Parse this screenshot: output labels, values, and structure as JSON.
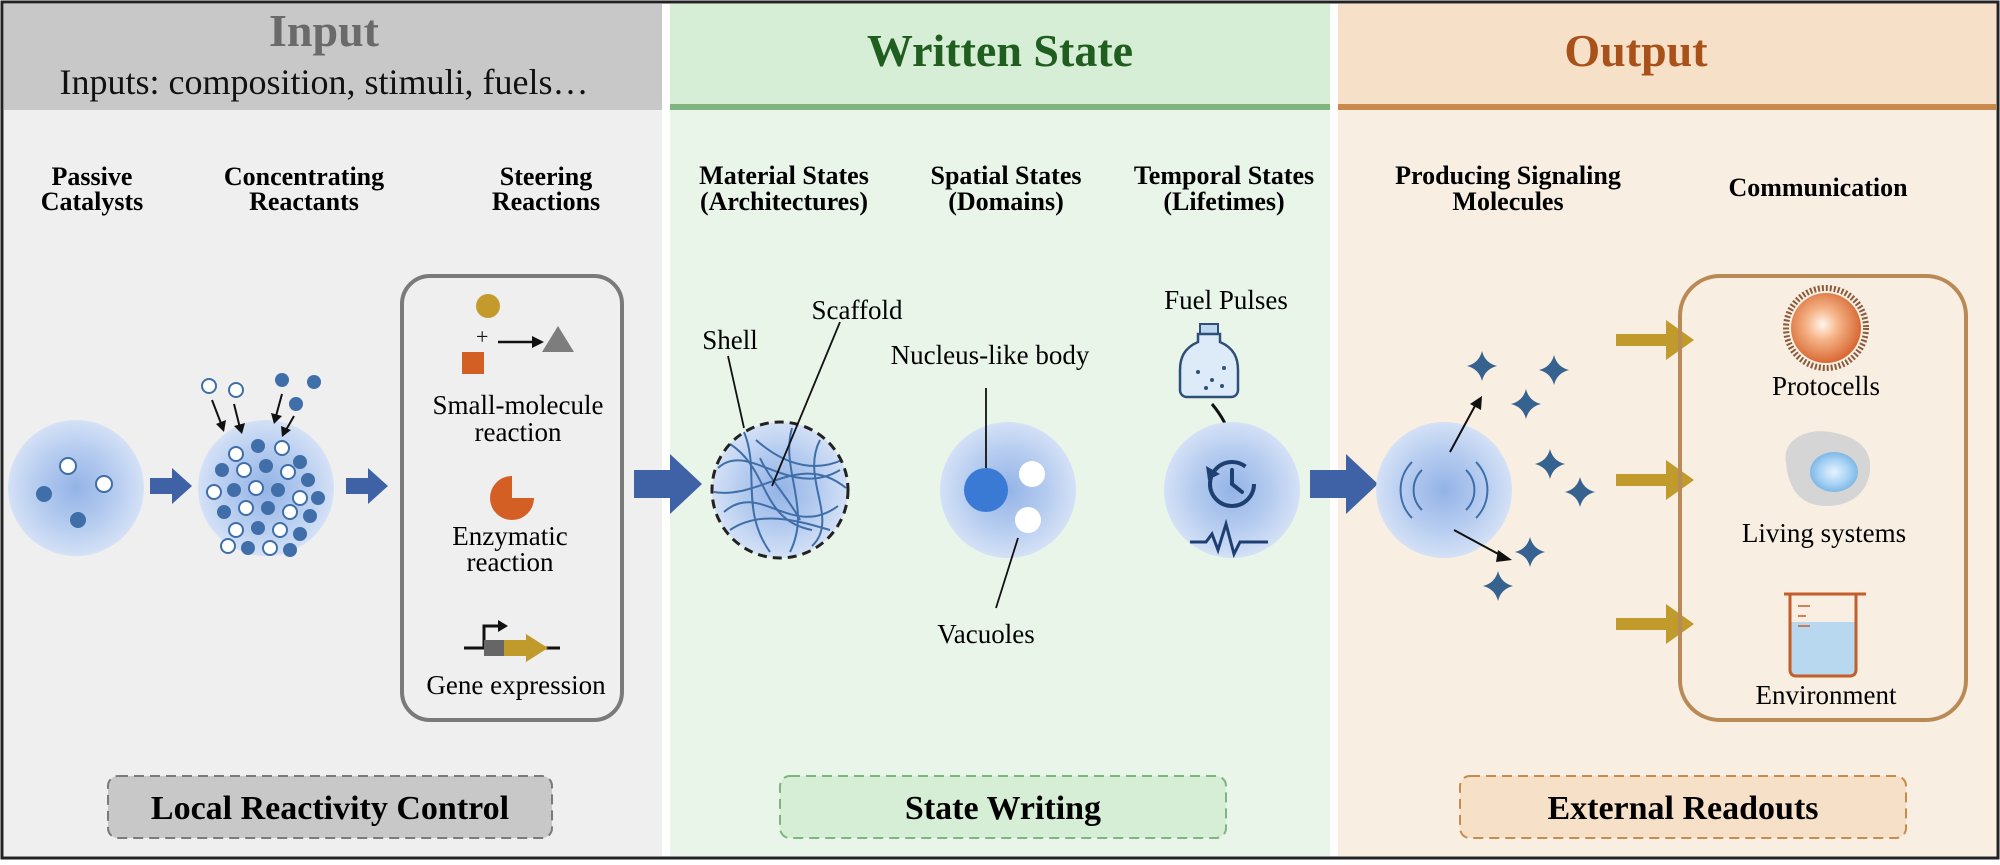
{
  "panels": [
    {
      "id": "input",
      "title": "Input",
      "subtitle": "Inputs: composition, stimuli, fuels…",
      "columns": [
        [
          "Passive",
          "Catalysts"
        ],
        [
          "Concentrating",
          "Reactants"
        ],
        [
          "Steering",
          "Reactions"
        ]
      ],
      "reaction_box": {
        "small_molecule": [
          "Small-molecule",
          "reaction"
        ],
        "enzymatic": [
          "Enzymatic",
          "reaction"
        ],
        "gene": "Gene expression"
      },
      "footer": "Local Reactivity Control"
    },
    {
      "id": "written",
      "title": "Written State",
      "columns": [
        [
          "Material States",
          "(Architectures)"
        ],
        [
          "Spatial States",
          "(Domains)"
        ],
        [
          "Temporal States",
          "(Lifetimes)"
        ]
      ],
      "labels": {
        "shell": "Shell",
        "scaffold": "Scaffold",
        "nucleus": "Nucleus-like body",
        "vacuoles": "Vacuoles",
        "fuel": "Fuel Pulses"
      },
      "footer": "State Writing"
    },
    {
      "id": "output",
      "title": "Output",
      "columns": [
        [
          "Producing Signaling",
          "Molecules"
        ],
        [
          "Communication"
        ]
      ],
      "targets": [
        "Protocells",
        "Living systems",
        "Environment"
      ],
      "footer": "External Readouts"
    }
  ],
  "colors": {
    "input_header": "#c8c8c8",
    "input_body": "#efefef",
    "input_title": "#6a6a6a",
    "written_header": "#d7eed6",
    "written_body": "#eaf5ea",
    "written_title": "#1f5e1f",
    "output_header": "#f6e1c8",
    "output_body": "#f8eee2",
    "output_title": "#a8521a",
    "arrow_blue": "#3e62a5",
    "arrow_gold": "#c09a2a",
    "molecule_dark": "#3f6ea8",
    "signal_star": "#36628f"
  },
  "icons": [
    "right-arrow-icon",
    "clock-icon",
    "fuel-bottle-icon",
    "signal-star-icon",
    "beaker-icon",
    "gene-promoter-icon"
  ]
}
